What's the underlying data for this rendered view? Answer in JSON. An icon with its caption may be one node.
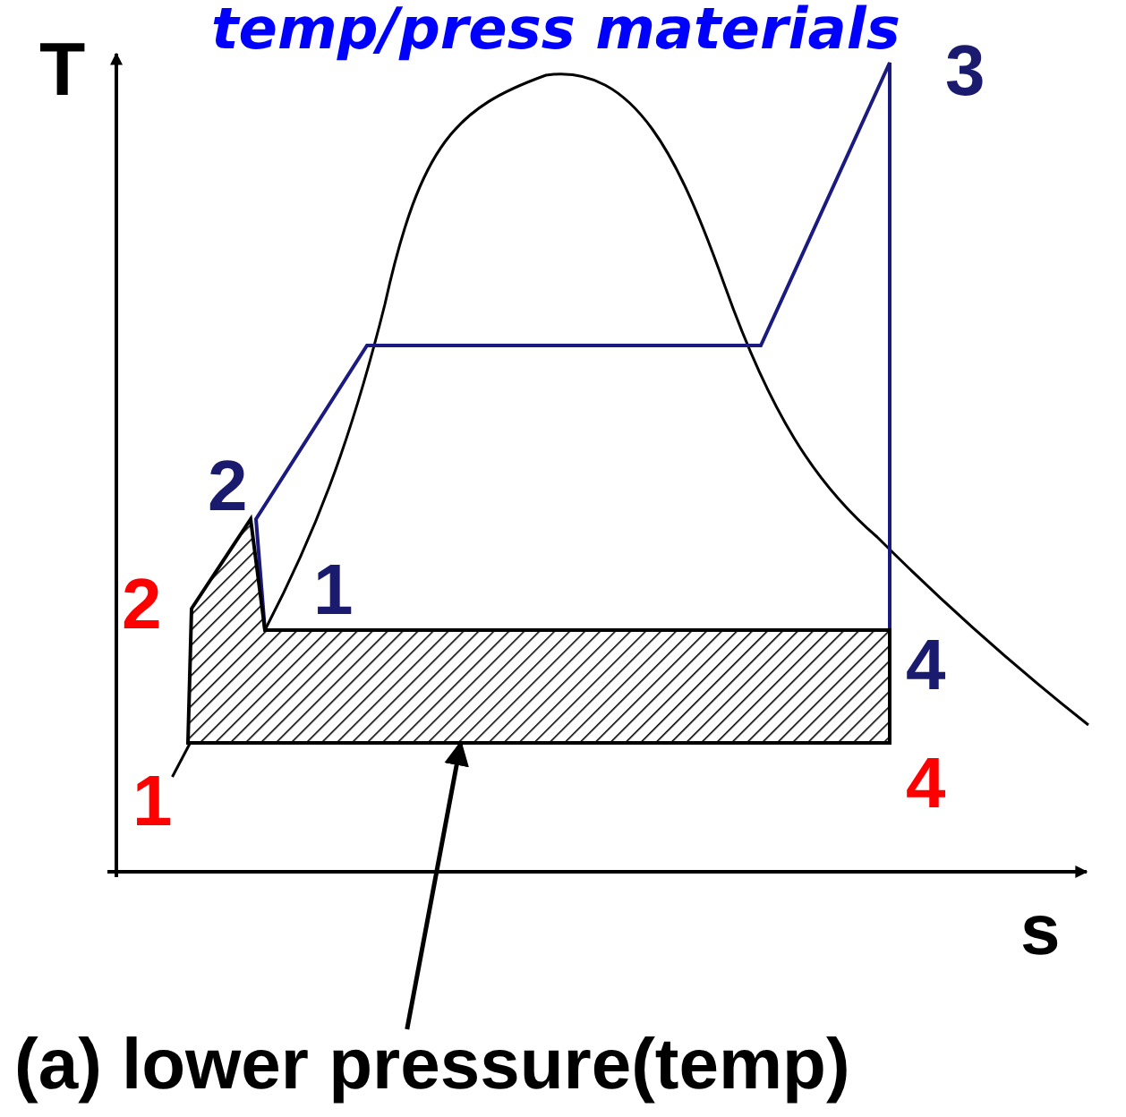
{
  "diagram": {
    "nodes": [
      {
        "text": [
          "(a) lower pressure(temp)"
        ]
      },
      {
        "text": [],
        "shape": "area"
      },
      {
        "text": [
          "1"
        ]
      }
    ],
    "edges": [
      {
        "from": 0,
        "to": 1,
        "arrow": "to"
      },
      {
        "from": 2,
        "to": 1,
        "arrow": "none"
      }
    ],
    "labels": [
      "temp/press materials",
      "T",
      "3",
      "2",
      "2",
      "1",
      "4",
      "4",
      "s"
    ]
  }
}
